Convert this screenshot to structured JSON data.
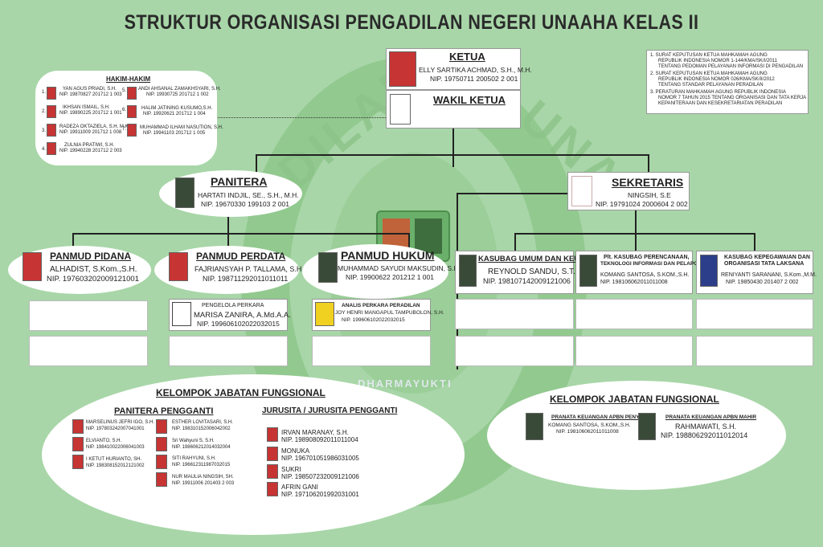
{
  "title": "STRUKTUR ORGANISASI PENGADILAN NEGERI UNAAHA KELAS II",
  "watermark": {
    "left": "DILAN",
    "right": "RI UNA",
    "bottom": "DHARMAYUKTI"
  },
  "ketua": {
    "title": "KETUA",
    "name": "ELLY SARTIKA ACHMAD, S.H., M.H.",
    "nip": "NIP. 19750711 200502 2 001"
  },
  "wakil": {
    "title": "WAKIL KETUA"
  },
  "legal": [
    "1. SURAT KEPUTUSAN KETUA MAHKAMAH AGUNG",
    "REPUBLIK INDONESIA NOMOR 1-144/KMA/SK/I/2011",
    "TENTANG PEDOMAN PELAYANAN INFORMASI DI PENGADILAN",
    "2. SURAT KEPUTUSAN KETUA MAHKAMAH AGUNG",
    "REPUBLIK INDONESIA NOMOR 026/KMA/SK/II/2012",
    "TENTANG STANDAR PELAYANAN PERADILAN",
    "3. PERATURAN MAHKAMAH AGUNG REPUBLIK INDONESIA",
    "NOMOR 7 TAHUN 2015 TENTANG ORGANISASI DAN TATA KERJA",
    "KEPANITERAAN DAN KESEKRETARIATAN PERADILAN"
  ],
  "hakim": {
    "title": "HAKIM-HAKIM",
    "left": [
      {
        "no": "1.",
        "name": "YAN AGUS PRIADI, S.H.",
        "nip": "NIP. 19870827 201712 1 003"
      },
      {
        "no": "2.",
        "name": "IKHSAN ISMAIL, S.H.",
        "nip": "NIP. 19890225 201712 1 001"
      },
      {
        "no": "3.",
        "name": "RADEZA OKTAZIELA, S.H, M.Kn",
        "nip": "NIP. 19911009 201712 1 008"
      },
      {
        "no": "4.",
        "name": "ZULNIA PRATIWI, S.H.",
        "nip": "NIP. 19940228 201712 2 003"
      }
    ],
    "right": [
      {
        "no": "5.",
        "name": "ANDI AHSANAL ZAMAKHSYARI, S.H.",
        "nip": "NIP. 19930725 201712 1 002"
      },
      {
        "no": "6.",
        "name": "HALIM JATINING KUSUMO,S.H.",
        "nip": "NIP. 19920621 201712 1 004"
      },
      {
        "no": "7.",
        "name": "MUHAMMAD ILHAM NASUTION, S.H.",
        "nip": "NIP. 19941103 201712 1 005"
      }
    ]
  },
  "panitera": {
    "title": "PANITERA",
    "name": "HARTATI INDJIL, SE., S.H., M.H.",
    "nip": "NIP. 19670330 199103 2 001"
  },
  "sekretaris": {
    "title": "SEKRETARIS",
    "name": "NINGSIH, S.E",
    "nip": "NIP. 19791024 2000604 2 002"
  },
  "pidana": {
    "title": "PANMUD PIDANA",
    "name": "ALHADIST, S.Kom.,S.H.",
    "nip": "NIP. 197603202009121001"
  },
  "perdata": {
    "title": "PANMUD PERDATA",
    "name": "FAJRIANSYAH P. TALLAMA, S.H",
    "nip": "NIP. 198711292011011011"
  },
  "hukum": {
    "title": "PANMUD HUKUM",
    "name": "MUHAMMAD SAYUDI MAKSUDIN, S.H",
    "nip": "NIP. 19900622 201212 1 001"
  },
  "kasubag_umum": {
    "title": "KASUBAG UMUM DAN KEUANGAN",
    "name": "REYNOLD SANDU, S.T.",
    "nip": "NIP. 198107142009121006"
  },
  "kasubag_ptip": {
    "title1": "Plt. KASUBAG  PERENCANAAN,",
    "title2": "TEKNOLOGI INFORMASI DAN PELAPORAN",
    "name": "KOMANG SANTOSA, S.KOM.,S.H.",
    "nip": "NIP. 198106062011011008"
  },
  "kasubag_kepeg": {
    "title1": "KASUBAG  KEPEGAWAIAN DAN",
    "title2": "ORGANISASI TATA LAKSANA",
    "name": "RENIYANTI SARANANI, S.Kom.,M.M.",
    "nip": "NIP. 19850430 201407 2 002"
  },
  "pengelola": {
    "title": "PENGELOLA PERKARA",
    "name": "MARISA ZANIRA, A.Md.A.A.",
    "nip": "NIP. 199606102022032015"
  },
  "analis": {
    "title": "ANALIS PERKARA PERADILAN",
    "name": "JOY HENRI MANGAPUL TAMPUBOLON, S.H.",
    "nip": "NIP. 199606102022032015"
  },
  "jf_left": {
    "title": "KELOMPOK JABATAN FUNGSIONAL",
    "pp_title": "PANITERA PENGGANTI",
    "pp_left": [
      {
        "name": "MARSELINUS JEFRI IGO, S.H.",
        "nip": "NIP. 197803242007041001"
      },
      {
        "name": "ELVIANTO, S.H.",
        "nip": "NIP. 198410022006041003"
      },
      {
        "name": "I KETUT HURIANTO, SH.",
        "nip": "NIP. 198308152012121002"
      }
    ],
    "pp_right": [
      {
        "name": "ESTHER LOVITASARI, S.H.",
        "nip": "NIP. 198310152006042002"
      },
      {
        "name": "Sri Wahyuni S, S.H.",
        "nip": "NIP. 198606212014032004"
      },
      {
        "name": "SITI RAHYUNI, S.H.",
        "nip": "NIP. 196612311987032015"
      },
      {
        "name": "NUR MAULIA NINGSIH, SH.",
        "nip": "NIP. 19911006 201403 2 003"
      }
    ],
    "js_title": "JURUSITA / JURUSITA PENGGANTI",
    "js": [
      {
        "name": "IRVAN MARANAY, S.H.",
        "nip": "NIP. 198908092011011004"
      },
      {
        "name": "MONUKA",
        "nip": "NIP. 196701051986031005"
      },
      {
        "name": "SUKRI",
        "nip": "NIP. 198507232009121006"
      },
      {
        "name": "AFRIN GANI",
        "nip": "NIP. 197106201992031001"
      }
    ]
  },
  "jf_right": {
    "title": "KELOMPOK JABATAN FUNGSIONAL",
    "a_title": "PRANATA KEUANGAN APBN PENYELIA",
    "a_name": "KOMANG SANTOSA, S.KOM.,S.H.",
    "a_nip": "NIP. 198106062011011008",
    "b_title": "PRANATA KEUANGAN APBN MAHIR",
    "b_name": "RAHMAWATI, S.H.",
    "b_nip": "NIP. 198806292011012014"
  }
}
